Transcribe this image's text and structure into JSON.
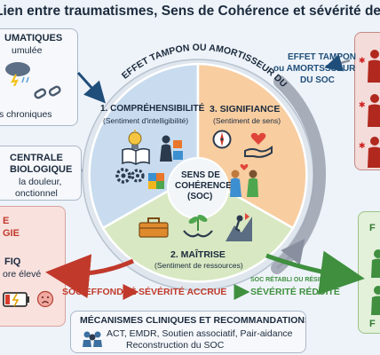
{
  "title": "Lien entre traumatismes, Sens de Cohérence et sévérité de",
  "left_top": {
    "heading": "UMATIQUES",
    "line1": "umulée",
    "line2": "s chroniques"
  },
  "left_mid": {
    "line1": "CENTRALE",
    "line2": "BIOLOGIQUE",
    "line3": "la douleur,",
    "line4": "onctionnel"
  },
  "left_bottom": {
    "line1": "E",
    "line2": "GIE",
    "line3": "FIQ",
    "line4": "ore élevé"
  },
  "arc_top_label": "EFFET TAMPON OU AMORTISSEUR DU SOC",
  "right_effect": {
    "line1": "EFFET TAMPON",
    "line2": "ou AMORTSSSEUR",
    "line3": "DU SOC"
  },
  "sectors": {
    "comprehension": {
      "title": "1. COMPRÉHENSIBILITÉ",
      "subtitle": "(Sentiment d'intelligibilité)"
    },
    "meaning": {
      "title": "3. SIGNIFIANCE",
      "subtitle": "(Sentiment de sens)"
    },
    "mastery": {
      "title": "2. MAÎTRISE",
      "subtitle": "(Sentiment de ressources)"
    }
  },
  "center": {
    "line1": "SENS DE",
    "line2": "COHÉRENCE",
    "line3": "(SOC)"
  },
  "flow": {
    "collapsed": "SOC EFFONDRÉ",
    "increased": "SÉVÉRITÉ ACCRUE",
    "restored": "SOC RÉTABLI OU RÉSILIENT",
    "reduced": "SÉVÉRITÉ RÉDUITE"
  },
  "mechanisms": {
    "title": "MÉCANISMES CLINIQUES ET RECOMMANDATIONS",
    "line1": "ACT, EMDR, Soutien associatif, Pair-aidance",
    "line2": "Reconstruction du SOC"
  },
  "right_green": {
    "line1": "F",
    "line2": "F"
  },
  "colors": {
    "comprehension": "#c9dcef",
    "meaning": "#f8cda0",
    "mastery": "#d8e8c2",
    "collapsed": "#c0392b",
    "reduced": "#3f8f3f"
  }
}
